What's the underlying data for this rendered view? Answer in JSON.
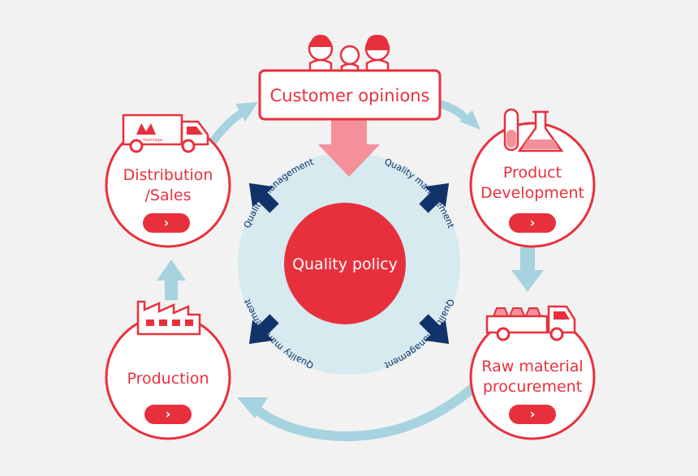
{
  "diagram": {
    "center": {
      "label": "Quality policy"
    },
    "quality_ring_labels": [
      "Quality management",
      "Quality management",
      "Quality management",
      "Quality management"
    ],
    "top_box": {
      "label": "Customer opinions"
    },
    "nodes": {
      "distribution": {
        "line1": "Distribution",
        "line2": "/Sales",
        "button": "›"
      },
      "product_development": {
        "line1": "Product",
        "line2": "Development",
        "button": "›"
      },
      "production": {
        "line1": "Production",
        "button": "›"
      },
      "raw_material": {
        "line1": "Raw material",
        "line2": "procurement",
        "button": "›"
      }
    },
    "truck_logo_text": "morinaga",
    "colors": {
      "red": "#e8303d",
      "light_blue": "#a6d3df",
      "ring_blue": "#d6eaf0",
      "navy": "#12336a",
      "pink": "#f4909a",
      "background": "#f2f2f2"
    }
  }
}
